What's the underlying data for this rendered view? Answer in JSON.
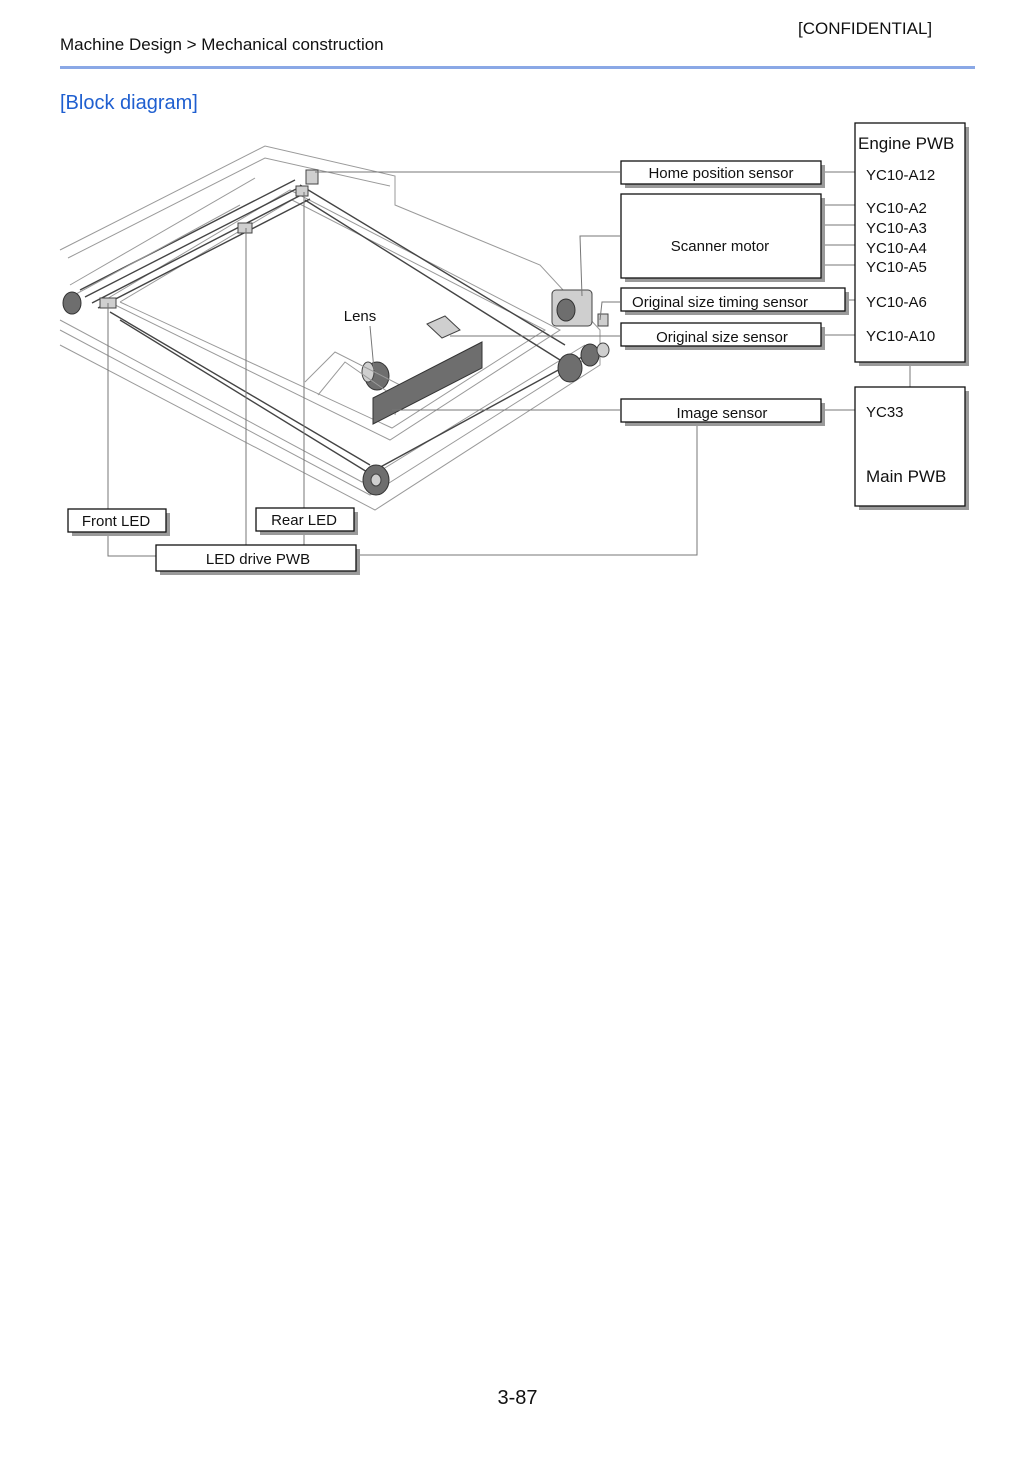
{
  "header": {
    "confidential": "[CONFIDENTIAL]",
    "breadcrumb": "Machine Design > Mechanical construction"
  },
  "section_title": "[Block diagram]",
  "diagram": {
    "components": {
      "home_position_sensor": "Home position sensor",
      "scanner_motor": "Scanner motor",
      "original_size_timing_sensor": "Original size timing sensor",
      "original_size_sensor": "Original size sensor",
      "image_sensor": "Image sensor",
      "lens": "Lens",
      "front_led": "Front LED",
      "rear_led": "Rear LED",
      "led_drive_pwb": "LED drive PWB"
    },
    "engine_pwb": {
      "title": "Engine PWB",
      "connectors": [
        "YC10-A12",
        "YC10-A2",
        "YC10-A3",
        "YC10-A4",
        "YC10-A5",
        "YC10-A6",
        "YC10-A10"
      ]
    },
    "main_pwb": {
      "title": "Main PWB",
      "connector": "YC33"
    }
  },
  "footer": {
    "page_number": "3-87"
  }
}
